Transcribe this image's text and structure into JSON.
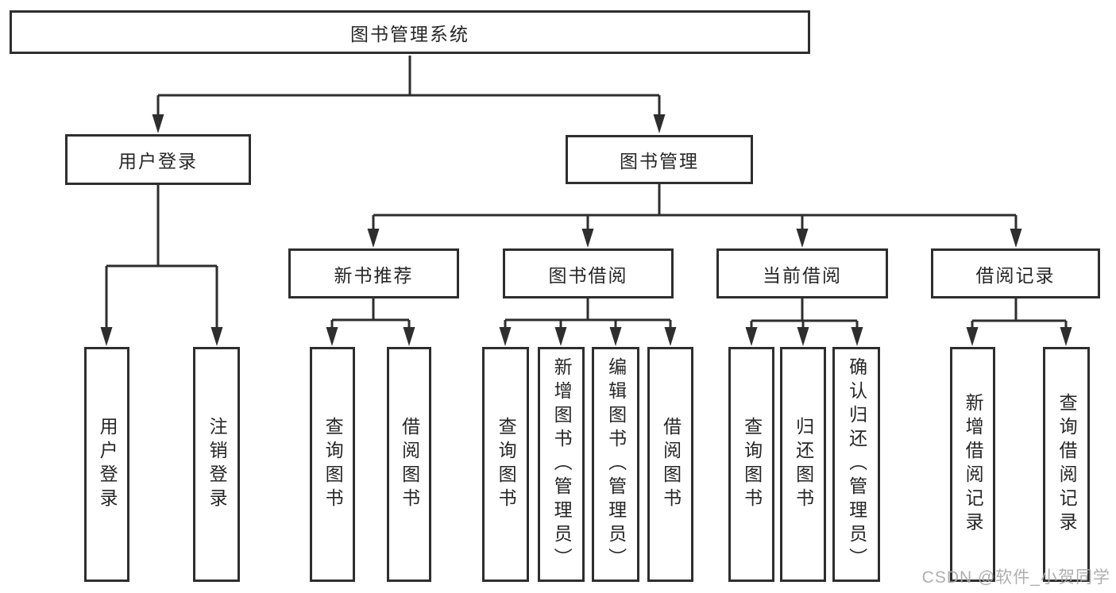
{
  "title_box": {
    "label": "图书管理系统"
  },
  "level1": [
    {
      "id": "user-login",
      "label": "用户登录"
    },
    {
      "id": "book-management",
      "label": "图书管理"
    }
  ],
  "level2": [
    {
      "id": "new-book-recommend",
      "label": "新书推荐"
    },
    {
      "id": "book-borrow",
      "label": "图书借阅"
    },
    {
      "id": "current-borrow",
      "label": "当前借阅"
    },
    {
      "id": "borrow-records",
      "label": "借阅记录"
    }
  ],
  "level3": {
    "user_login_group": [
      {
        "label": "用户登录"
      },
      {
        "label": "注销登录"
      }
    ],
    "new_book_group": [
      {
        "label": "查询图书"
      },
      {
        "label": "借阅图书"
      }
    ],
    "book_borrow_group": [
      {
        "label": "查询图书"
      },
      {
        "label": "新增图书（管理员）"
      },
      {
        "label": "编辑图书（管理员）"
      },
      {
        "label": "借阅图书"
      }
    ],
    "current_borrow_group": [
      {
        "label": "查询图书"
      },
      {
        "label": "归还图书"
      },
      {
        "label": "确认归还（管理员）"
      }
    ],
    "borrow_record_group": [
      {
        "label": "新增借阅记录"
      },
      {
        "label": "查询借阅记录"
      }
    ]
  },
  "watermark": {
    "text": "CSDN @软件_小贺同学"
  },
  "colors": {
    "line": "#2e2e2e",
    "text": "#262626",
    "background": "#ffffff",
    "watermark": "#a8a8a8"
  }
}
